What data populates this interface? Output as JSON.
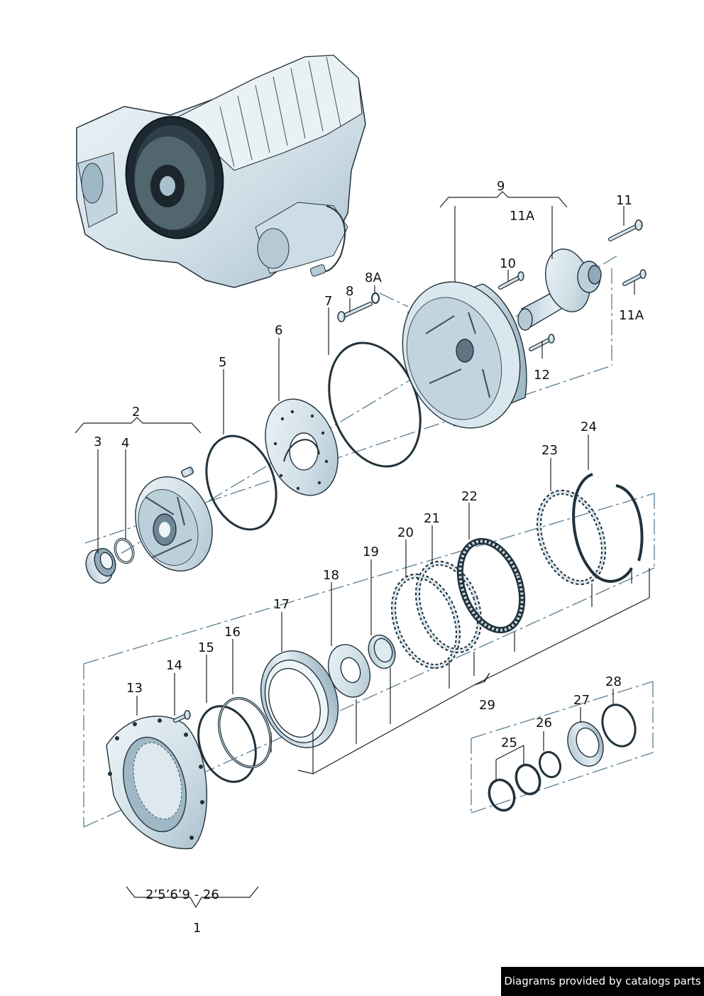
{
  "labels": {
    "l1": "1",
    "l2": "2",
    "l3": "3",
    "l4": "4",
    "l5": "5",
    "l6": "6",
    "l7": "7",
    "l8": "8",
    "l8a": "8A",
    "l9": "9",
    "l10": "10",
    "l11": "11",
    "l11a_top": "11A",
    "l11a_right": "11A",
    "l12": "12",
    "l13": "13",
    "l14": "14",
    "l15": "15",
    "l16": "16",
    "l17": "17",
    "l18": "18",
    "l19": "19",
    "l20": "20",
    "l21": "21",
    "l22": "22",
    "l23": "23",
    "l24": "24",
    "l25": "25",
    "l26": "26",
    "l27": "27",
    "l28": "28",
    "l29": "29",
    "range": "2’5’6’9 - 26"
  },
  "footer": {
    "credit": "Diagrams provided by catalogs parts"
  },
  "colors": {
    "part_fill": "#dde9ef",
    "part_shade": "#9fb8c6",
    "part_dark": "#2b3a44",
    "axis_line": "#5a7d93",
    "credit_bg": "#000000"
  }
}
